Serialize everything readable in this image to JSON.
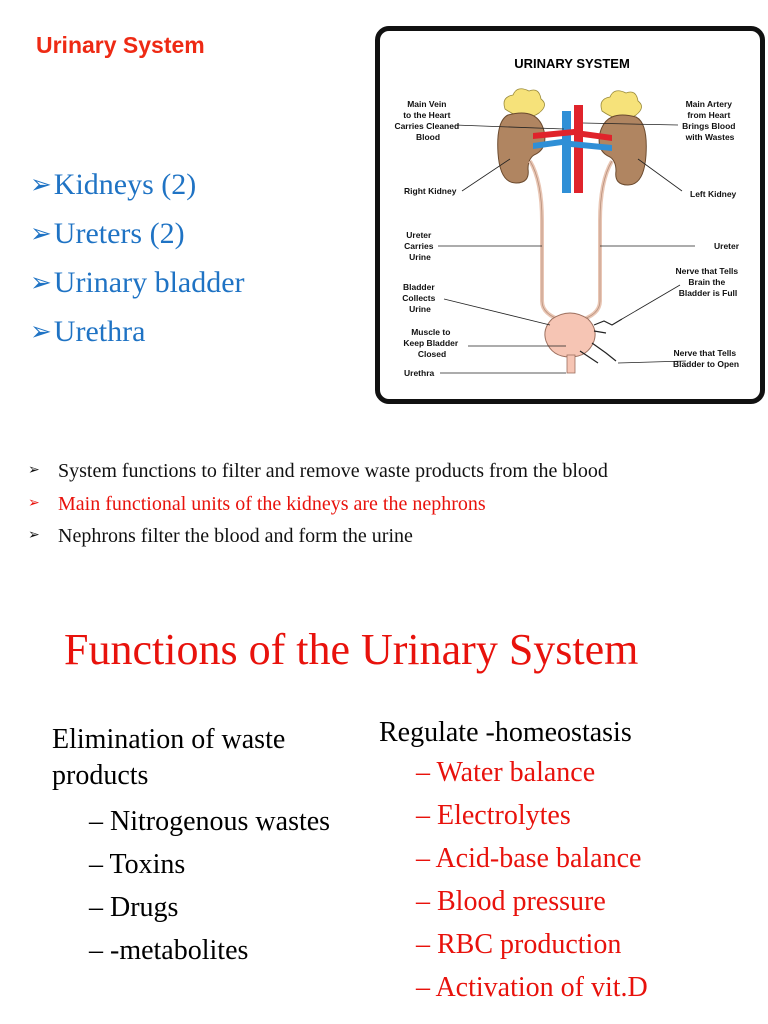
{
  "header": {
    "title": "Urinary System"
  },
  "organs": [
    {
      "arrow": "➢",
      "label": "Kidneys (2)"
    },
    {
      "arrow": "➢",
      "label": "Ureters (2)"
    },
    {
      "arrow": "➢",
      "label": "Urinary bladder"
    },
    {
      "arrow": "➢",
      "label": "Urethra"
    }
  ],
  "diagram": {
    "title": "URINARY SYSTEM",
    "labels": {
      "main_vein": [
        "Main Vein",
        "to the Heart",
        "Carries Cleaned",
        "Blood"
      ],
      "main_artery": [
        "Main Artery",
        "from Heart",
        "Brings Blood",
        "with Wastes"
      ],
      "right_kidney": "Right Kidney",
      "left_kidney": "Left Kidney",
      "ureter_carries": [
        "Ureter",
        "Carries",
        "Urine"
      ],
      "ureter": "Ureter",
      "nerve_full": [
        "Nerve that Tells",
        "Brain the",
        "Bladder is Full"
      ],
      "bladder_collects": [
        "Bladder",
        "Collects",
        "Urine"
      ],
      "muscle": [
        "Muscle to",
        "Keep Bladder",
        "Closed"
      ],
      "nerve_open": [
        "Nerve that Tells",
        "Bladder to Open"
      ],
      "urethra": "Urethra"
    },
    "colors": {
      "kidney": "#b08561",
      "artery": "#e0232b",
      "vein": "#2f8fd6",
      "adrenal": "#f6e27a",
      "bladder": "#f6c5b4"
    }
  },
  "facts": [
    {
      "marker": "➢",
      "text": "System functions to filter and remove waste products from the blood",
      "color": "black"
    },
    {
      "marker": "➢",
      "text": "Main functional units of the kidneys are the nephrons",
      "color": "red"
    },
    {
      "marker": "➢",
      "text": "Nephrons filter the blood and form the urine",
      "color": "black"
    }
  ],
  "functions": {
    "title": "Functions of the Urinary System",
    "left": {
      "heading_line1": "Elimination of waste",
      "heading_line2": "products",
      "items": [
        "– Nitrogenous wastes",
        "– Toxins",
        "– Drugs",
        "– -metabolites"
      ]
    },
    "right": {
      "heading": "Regulate -homeostasis",
      "items": [
        "– Water balance",
        "– Electrolytes",
        "– Acid-base balance",
        "– Blood pressure",
        "– RBC production",
        "– Activation of vit.D"
      ]
    }
  }
}
